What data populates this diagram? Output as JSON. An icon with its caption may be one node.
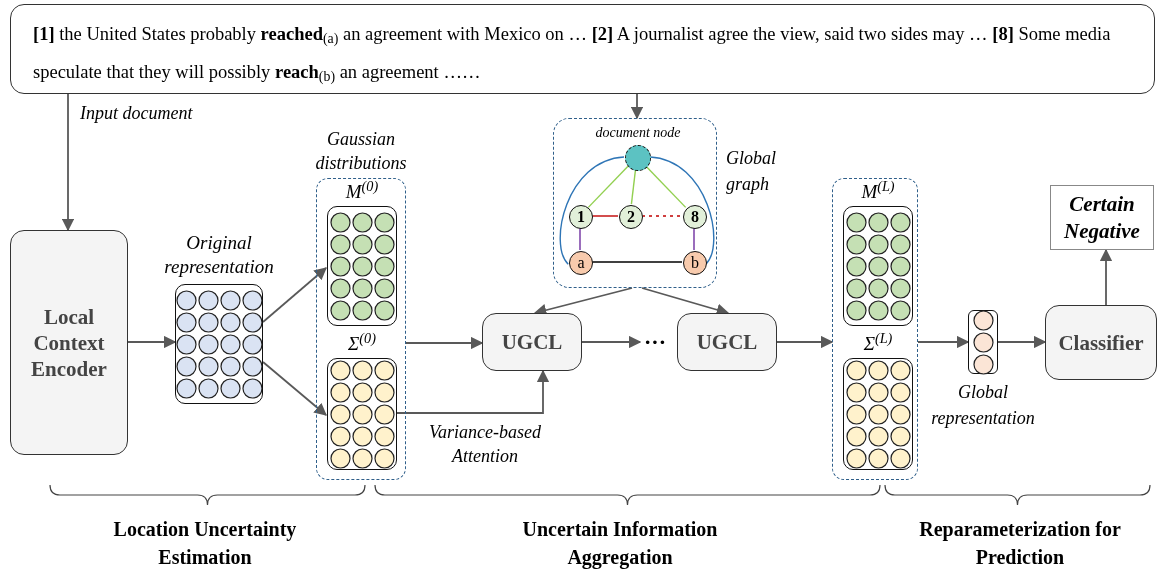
{
  "diagram": {
    "nodes": [
      {
        "text": [
          "**[1]** the United States probably **reached**$_{(a)}$ an agreement with Mexico on … **[2]** A journalist agree the view, said two sides may … **[8]** Some media speculate that they will possibly **reach**$_{(b)}$ an agreement ……"
        ]
      },
      {
        "text": [
          "Local Context Encoder"
        ]
      },
      {
        "text": [
          "Original representation"
        ]
      },
      {
        "text": [
          "Gaussian distributions"
        ]
      },
      {
        "text": [
          "M$^{(0)}$"
        ],
        "in": 3
      },
      {
        "text": [
          "Σ$^{(0)}$"
        ],
        "in": 3
      },
      {
        "text": [
          "Global graph"
        ]
      },
      {
        "text": [],
        "shape": "circle",
        "in": 6,
        "beside": [
          "document node"
        ]
      },
      {
        "text": [
          "1"
        ],
        "in": 6
      },
      {
        "text": [
          "2"
        ],
        "in": 6
      },
      {
        "text": [
          "8"
        ],
        "in": 6
      },
      {
        "text": [
          "a"
        ],
        "in": 6
      },
      {
        "text": [
          "b"
        ],
        "in": 6
      },
      {
        "text": [
          "UGCL"
        ]
      },
      {
        "text": [
          "···"
        ]
      },
      {
        "text": [
          "UGCL"
        ]
      },
      {
        "text": [],
        "shape": "box"
      },
      {
        "text": [
          "M$^{(L)}$"
        ],
        "in": 16
      },
      {
        "text": [
          "Σ$^{(L)}$"
        ],
        "in": 16
      },
      {
        "text": [
          "Global representation"
        ]
      },
      {
        "text": [
          "Classifier"
        ]
      },
      {
        "text": [
          "Certain Negative"
        ]
      }
    ],
    "edges": [
      {
        "from": 0,
        "to": 1,
        "arrow": "to",
        "label": "Input document"
      },
      {
        "from": 0,
        "to": 6,
        "arrow": "to"
      },
      {
        "from": 1,
        "to": 2,
        "arrow": "to"
      },
      {
        "from": 2,
        "to": 4,
        "arrow": "to"
      },
      {
        "from": 2,
        "to": 5,
        "arrow": "to"
      },
      {
        "from": 3,
        "to": 13,
        "arrow": "to"
      },
      {
        "from": 5,
        "to": 13,
        "arrow": "to",
        "label": "Variance-based Attention"
      },
      {
        "from": 6,
        "to": 13,
        "arrow": "to"
      },
      {
        "from": 6,
        "to": 15,
        "arrow": "to"
      },
      {
        "from": 13,
        "to": 14,
        "arrow": "to"
      },
      {
        "from": 15,
        "to": 16,
        "arrow": "to"
      },
      {
        "from": 16,
        "to": 19,
        "arrow": "to"
      },
      {
        "from": 19,
        "to": 20,
        "arrow": "to"
      },
      {
        "from": 20,
        "to": 21,
        "arrow": "to"
      },
      {
        "from": 7,
        "to": 8,
        "arrow": "none",
        "color": "#92d050"
      },
      {
        "from": 7,
        "to": 9,
        "arrow": "none",
        "color": "#92d050"
      },
      {
        "from": 7,
        "to": 10,
        "arrow": "none",
        "color": "#92d050"
      },
      {
        "from": 8,
        "to": 9,
        "arrow": "none",
        "color": "#c00000"
      },
      {
        "from": 9,
        "to": 10,
        "arrow": "none",
        "color": "#c00000",
        "style": "dashed"
      },
      {
        "from": 8,
        "to": 11,
        "arrow": "none",
        "color": "#7030a0"
      },
      {
        "from": 10,
        "to": 12,
        "arrow": "none",
        "color": "#7030a0"
      },
      {
        "from": 11,
        "to": 12,
        "arrow": "none",
        "color": "#000000"
      },
      {
        "from": 7,
        "to": 11,
        "arrow": "none",
        "color": "#2e75b6"
      },
      {
        "from": 7,
        "to": 12,
        "arrow": "none",
        "color": "#2e75b6"
      }
    ],
    "labels": [
      "Location Uncertainty Estimation",
      "Uncertain Information Aggregation",
      "Reparameterization for Prediction"
    ]
  }
}
